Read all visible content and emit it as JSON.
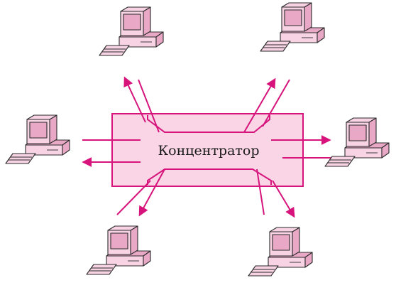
{
  "hub": {
    "label": "Концентратор"
  },
  "computers": [
    "top-left",
    "top-right",
    "left",
    "right",
    "bottom-left",
    "bottom-right"
  ],
  "colors": {
    "accent": "#d6147c",
    "hub_fill": "#f9d5e6",
    "pc_fill": "#f7d3e3",
    "pc_shadow": "#e9a9c6",
    "outline": "#2b2b2b"
  }
}
